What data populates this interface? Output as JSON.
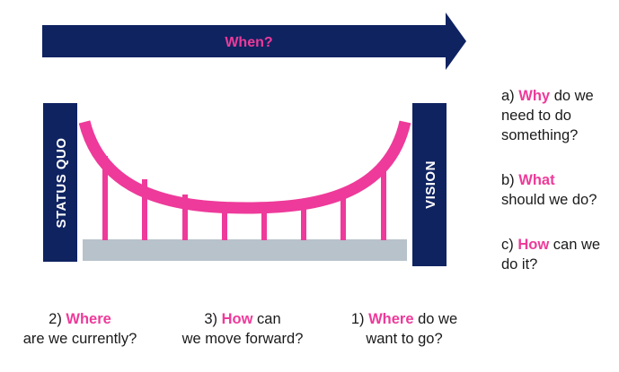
{
  "arrow": {
    "label": "When?"
  },
  "pillars": {
    "left": "STATUS QUO",
    "right": "VISION"
  },
  "questions": [
    {
      "id": "a",
      "prefix": "a) ",
      "highlight": "Why",
      "line1_rest": " do we",
      "line2": "need to do",
      "line3": "something?"
    },
    {
      "id": "b",
      "prefix": "b) ",
      "highlight": "What",
      "line1_rest": "",
      "line2": "should we do?",
      "line3": ""
    },
    {
      "id": "c",
      "prefix": "c) ",
      "highlight": "How",
      "line1_rest": " can we",
      "line2": "do it?",
      "line3": ""
    }
  ],
  "captions": [
    {
      "id": "current",
      "prefix": "2) ",
      "highlight": "Where",
      "line1_rest": "",
      "line2": "are we currently?"
    },
    {
      "id": "forward",
      "prefix": "3) ",
      "highlight": "How",
      "line1_rest": " can",
      "line2": "we move forward?"
    },
    {
      "id": "goal",
      "prefix": "1) ",
      "highlight": "Where",
      "line1_rest": " do we",
      "line2": "want to go?"
    }
  ],
  "colors": {
    "navy": "#0f2361",
    "pink": "#ee3a9a",
    "deck": "#b8c2cb",
    "text": "#1a1a1a"
  }
}
